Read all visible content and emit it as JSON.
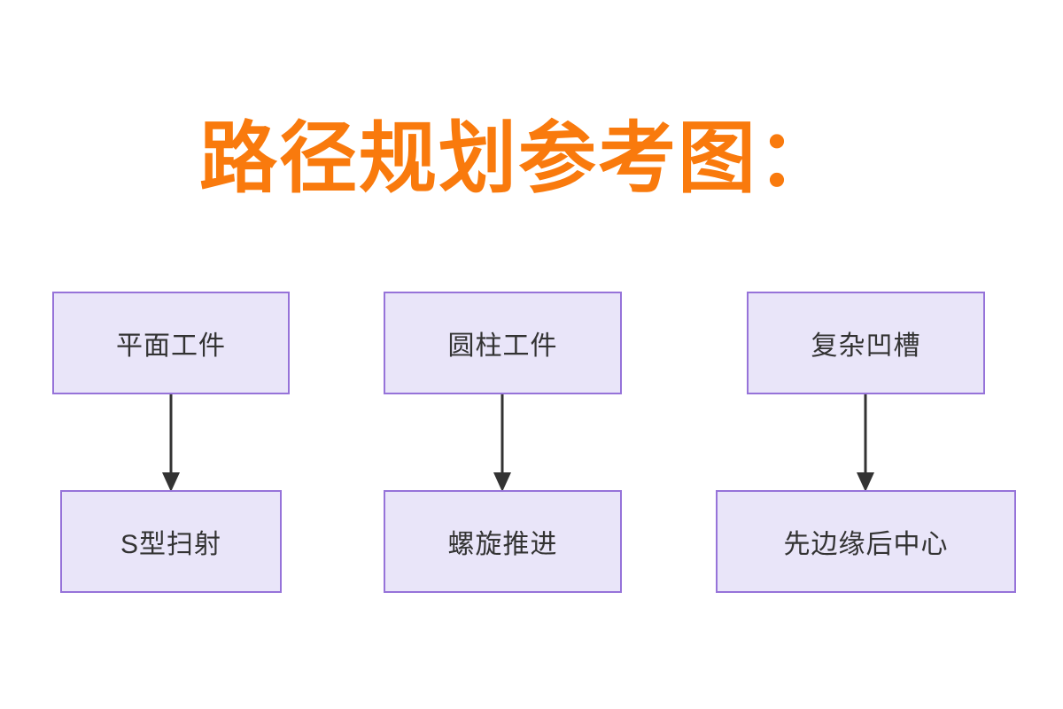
{
  "title": {
    "text": "路径规划参考图：",
    "color": "#f97a0d"
  },
  "diagram": {
    "box_fill_color": "#e9e5f9",
    "box_border_color": "#9673d9",
    "box_text_color": "#333333",
    "arrow_color": "#333333",
    "columns": [
      {
        "top": {
          "label": "平面工件"
        },
        "bottom": {
          "label": "S型扫射"
        }
      },
      {
        "top": {
          "label": "圆柱工件"
        },
        "bottom": {
          "label": "螺旋推进"
        }
      },
      {
        "top": {
          "label": "复杂凹槽"
        },
        "bottom": {
          "label": "先边缘后中心"
        }
      }
    ]
  }
}
